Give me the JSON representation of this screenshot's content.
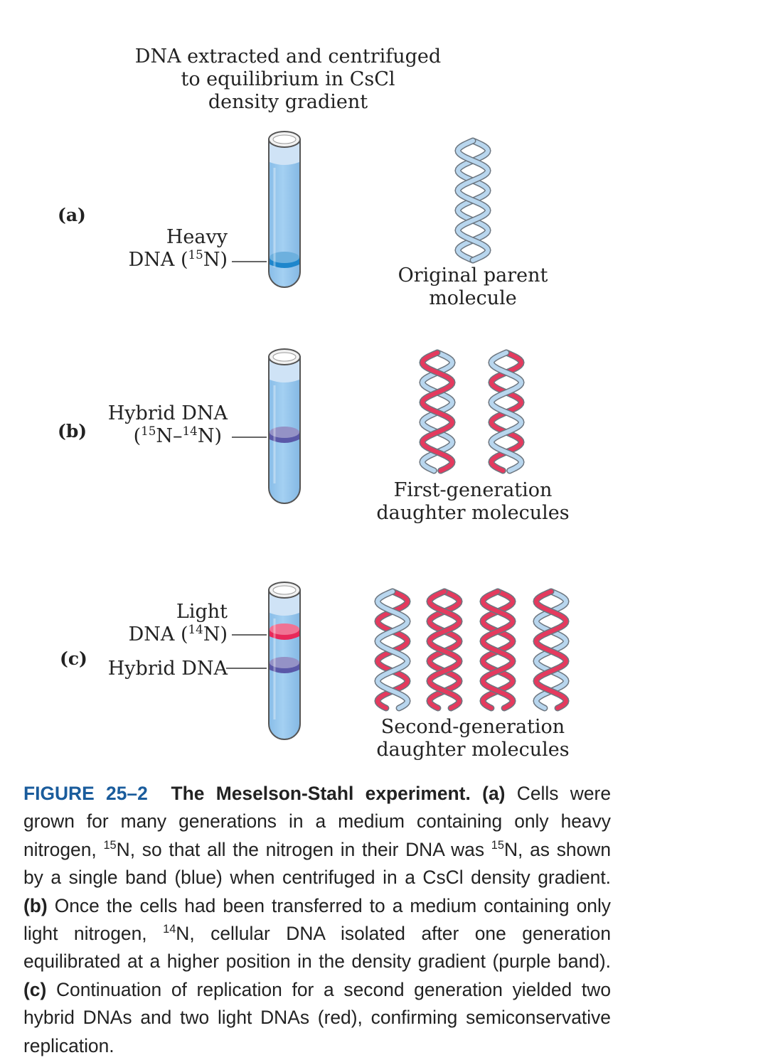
{
  "header": {
    "line1": "DNA extracted and centrifuged",
    "line2": "to equilibrium in CsCl",
    "line3": "density gradient"
  },
  "panels": [
    {
      "id": "a",
      "label": "(a)",
      "bands": [
        {
          "line1": "Heavy",
          "prefix": "DNA (",
          "iso": "15",
          "suffix": "N)",
          "color": "#1e86cc"
        }
      ],
      "molecule_caption": [
        "Original parent",
        "molecule"
      ]
    },
    {
      "id": "b",
      "label": "(b)",
      "bands": [
        {
          "line1": "Hybrid DNA",
          "l2a": "(",
          "iso1": "15",
          "l2b": "N–",
          "iso2": "14",
          "l2c": "N)",
          "color": "#5a58a8"
        }
      ],
      "molecule_caption": [
        "First-generation",
        "daughter molecules"
      ]
    },
    {
      "id": "c",
      "label": "(c)",
      "bands": [
        {
          "line1": "Light",
          "prefix": "DNA (",
          "iso": "14",
          "suffix": "N)",
          "color": "#e8285a"
        },
        {
          "text": "Hybrid DNA",
          "color": "#5a58a8"
        }
      ],
      "molecule_caption": [
        "Second-generation",
        "daughter molecules"
      ]
    }
  ],
  "colors": {
    "tube_fill": "#9ccaee",
    "heavy_strand": "#b8d6ee",
    "light_strand": "#e43a5e",
    "figure_number": "#1a5c9c"
  },
  "caption": {
    "figure_number": "FIGURE 25–2",
    "title": "The Meselson-Stahl experiment.",
    "a_label": "(a)",
    "t1": " Cells were grown for many generations in a medium containing only heavy nitrogen, ",
    "t1_iso": "15",
    "t2": "N, so that all the nitrogen in their DNA was ",
    "t2_iso": "15",
    "t3": "N, as shown by a single band (blue) when centrifuged in a CsCl density gradient. ",
    "b_label": "(b)",
    "t4": " Once the cells had been transferred to a medium containing only light nitrogen, ",
    "t4_iso": "14",
    "t5": "N, cellular DNA isolated after one generation equilibrated at a higher position in the density gradient (purple band). ",
    "c_label": "(c)",
    "t6": " Continuation of replication for a second generation yielded two hybrid DNAs and two light DNAs (red), confirming semiconservative replication."
  }
}
